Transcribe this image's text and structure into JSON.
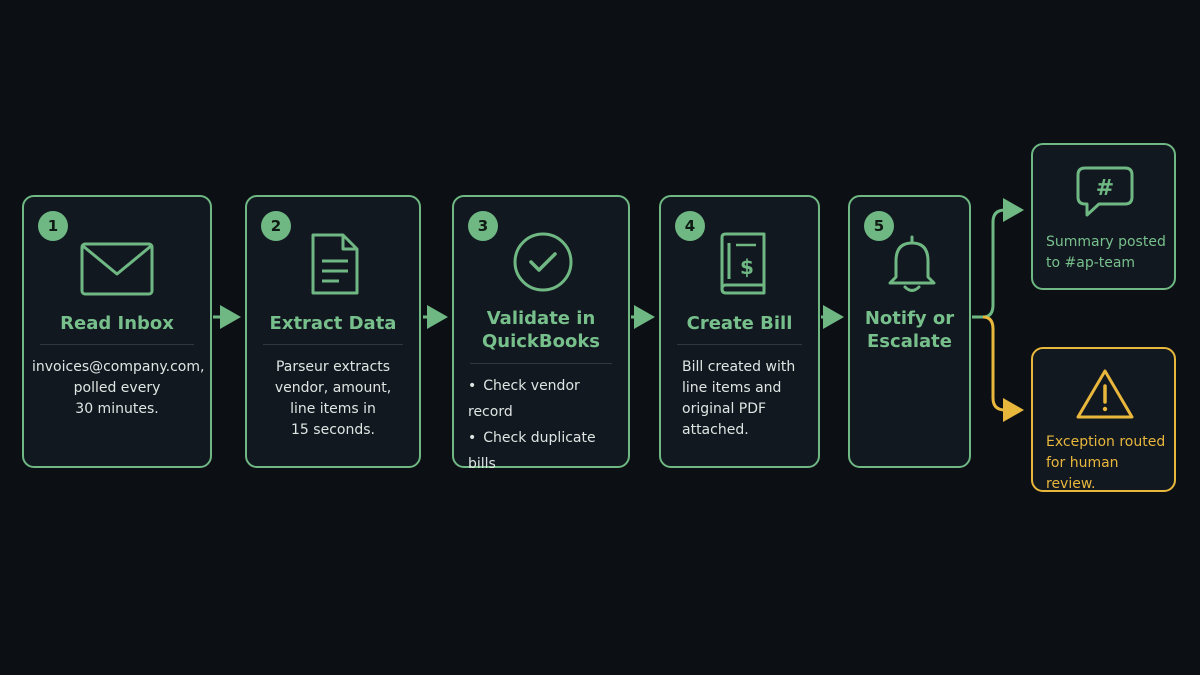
{
  "steps": [
    {
      "number": "1",
      "title": "Read Inbox",
      "icon": "envelope-icon",
      "description": [
        "invoices@company.com,",
        "polled every",
        "30 minutes."
      ]
    },
    {
      "number": "2",
      "title": "Extract Data",
      "icon": "document-icon",
      "description": [
        "Parseur extracts",
        "vendor, amount,",
        "line items in",
        "15 seconds."
      ]
    },
    {
      "number": "3",
      "title": [
        "Validate in",
        "QuickBooks"
      ],
      "icon": "check-circle-icon",
      "bullets": [
        "Check vendor record",
        "Check duplicate bills"
      ]
    },
    {
      "number": "4",
      "title": "Create Bill",
      "icon": "ledger-dollar-icon",
      "description": [
        "Bill created with",
        "line items and",
        "original PDF",
        "attached."
      ]
    },
    {
      "number": "5",
      "title": [
        "Notify or",
        "Escalate"
      ],
      "icon": "bell-icon"
    }
  ],
  "outcomes": {
    "success": {
      "icon": "chat-hashtag-icon",
      "text": [
        "Summary posted",
        "to #ap-team"
      ]
    },
    "exception": {
      "icon": "warning-icon",
      "text": [
        "Exception routed",
        "for human review."
      ]
    }
  },
  "colors": {
    "background": "#0c1015",
    "card": "#121820",
    "accent": "#6fb883",
    "title": "#77c08c",
    "warning": "#e8b73c",
    "body_text": "#dfe5e2"
  }
}
